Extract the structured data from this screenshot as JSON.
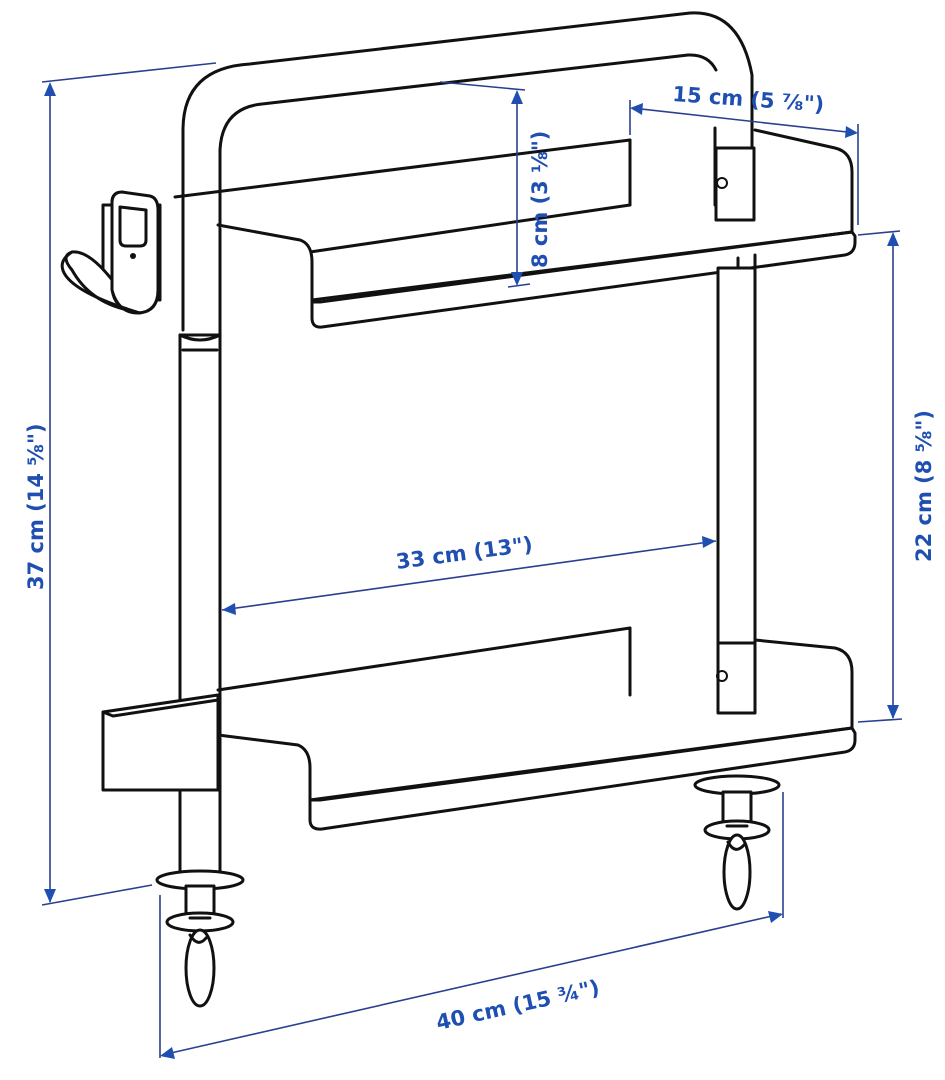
{
  "diagram": {
    "type": "product-dimension-drawing",
    "subject": "Two-tier rolling cart with handle, hook and casters",
    "colors": {
      "line": "#111111",
      "dimension": "#1f4fb0",
      "background": "#ffffff"
    }
  },
  "dimensions": {
    "shelf_depth": {
      "label": "15 cm (5 ⅞\")"
    },
    "top_frame_height": {
      "label": "8 cm (3 ⅛\")"
    },
    "total_height": {
      "label": "37 cm (14 ⅝\")"
    },
    "shelf_spacing": {
      "label": "22 cm (8 ⅝\")"
    },
    "inner_width": {
      "label": "33 cm (13\")"
    },
    "total_width": {
      "label": "40 cm (15 ¾\")"
    }
  }
}
